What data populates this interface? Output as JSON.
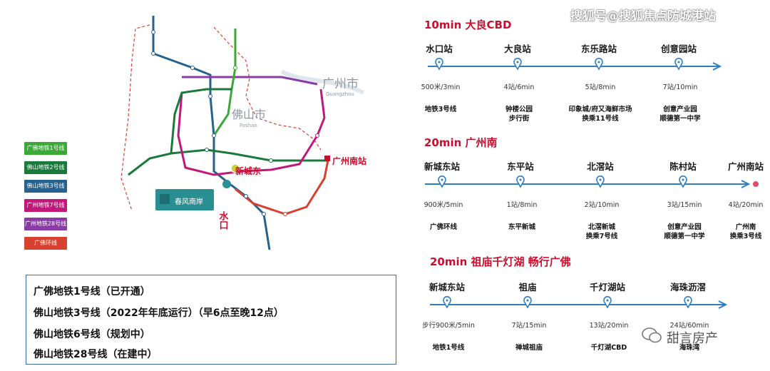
{
  "watermark": "搜狐号@搜狐焦点防城港站",
  "map": {
    "city_guangzhou": "广州市",
    "city_guangzhou_en": "Guangzhou",
    "city_foshan": "佛山市",
    "city_foshan_en": "Foshan",
    "station_xinchengdong": "新城东",
    "station_guangzhounan": "广州南站",
    "station_shuikou": "水口",
    "poi_label": "春风南岸",
    "colors": {
      "line1": "#1f8b3b",
      "line2": "#1a7a3c",
      "line3": "#27618e",
      "line7": "#c2187a",
      "line28": "#8a3ca6",
      "ring": "#d8412f",
      "map_red": "#c8102e"
    }
  },
  "legend": [
    {
      "label": "广佛地铁1号线",
      "color": "#3aa935"
    },
    {
      "label": "佛山地铁2号线",
      "color": "#1a7a3c"
    },
    {
      "label": "佛山地铁3号线",
      "color": "#27618e"
    },
    {
      "label": "广州地铁7号线",
      "color": "#c2187a"
    },
    {
      "label": "广州地铁28号线",
      "color": "#8a3ca6"
    },
    {
      "label": "广佛环线",
      "color": "#d8412f"
    }
  ],
  "status_lines": [
    "广佛地铁1号线（已开通）",
    "佛山地铁3号线（2022年年底运行）（早6点至晚12点）",
    "佛山地铁6号线（规划中）",
    "佛山地铁28号线（在建中）"
  ],
  "routes": [
    {
      "heading": "10min  大良CBD",
      "stations": [
        {
          "name": "水口站",
          "time": "500米/3min",
          "notes": [
            "地铁3号线"
          ]
        },
        {
          "name": "大良站",
          "time": "4站/6min",
          "notes": [
            "钟楼公园",
            "步行街"
          ]
        },
        {
          "name": "东乐路站",
          "time": "5站/8min",
          "notes": [
            "印象城/府又海鲜市场",
            "换乘11号线"
          ]
        },
        {
          "name": "创意园站",
          "time": "7站/10min",
          "notes": [
            "创意产业园",
            "顺德第一中学"
          ]
        }
      ]
    },
    {
      "heading": "20min  广州南",
      "stations": [
        {
          "name": "新城东站",
          "time": "900米/5min",
          "notes": [
            "广佛环线"
          ]
        },
        {
          "name": "东平站",
          "time": "1站/8min",
          "notes": [
            "东平新城"
          ]
        },
        {
          "name": "北滘站",
          "time": "2站/10min",
          "notes": [
            "北滘新城",
            "换乘7号线"
          ]
        },
        {
          "name": "陈村站",
          "time": "3站/15min",
          "notes": [
            "创意产业园",
            "顺德第一中学"
          ]
        },
        {
          "name": "广州南站",
          "time": "4站/20min",
          "notes": [
            "广州南",
            "换乘3号线"
          ]
        }
      ]
    },
    {
      "heading": "20min  祖庙千灯湖  畅行广佛",
      "stations": [
        {
          "name": "新城东站",
          "time": "步行900米/5min",
          "notes": [
            "地铁1号线"
          ]
        },
        {
          "name": "祖庙",
          "time": "7站/15min",
          "notes": [
            "禅城祖庙"
          ]
        },
        {
          "name": "千灯湖站",
          "time": "13站/20min",
          "notes": [
            "千灯湖CBD"
          ]
        },
        {
          "name": "海珠沥滘",
          "time": "24站/60min",
          "notes": [
            "海珠湾"
          ]
        }
      ]
    }
  ],
  "brand": {
    "icon": "wechat-icon",
    "text": "甜言房产"
  }
}
